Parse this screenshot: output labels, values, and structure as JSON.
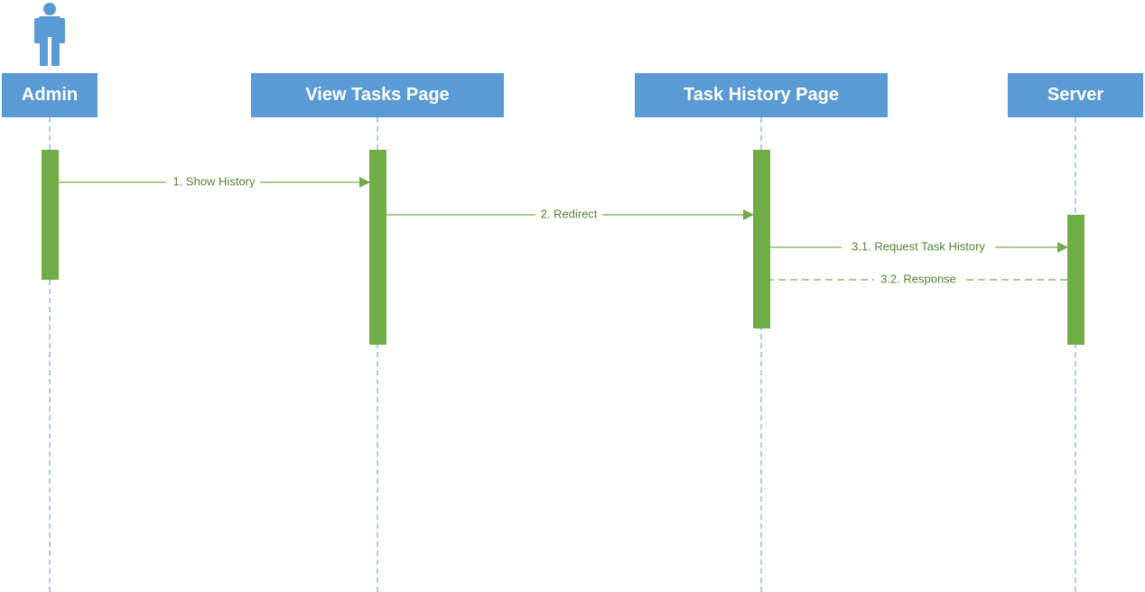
{
  "diagram": {
    "type": "sequence",
    "colors": {
      "header_fill": "#5b9bd5",
      "header_text": "#ffffff",
      "lifeline": "#5b9bd5",
      "activation": "#70ad47",
      "message": "#70ad47",
      "message_text": "#548235"
    },
    "actor_icon": "person-icon",
    "participants": [
      {
        "id": "admin",
        "label": "Admin",
        "is_actor": true
      },
      {
        "id": "view-tasks-page",
        "label": "View Tasks Page"
      },
      {
        "id": "task-history-page",
        "label": "Task History Page"
      },
      {
        "id": "server",
        "label": "Server"
      }
    ],
    "messages": [
      {
        "from": "admin",
        "to": "view-tasks-page",
        "label": "1. Show History",
        "style": "sync"
      },
      {
        "from": "view-tasks-page",
        "to": "task-history-page",
        "label": "2. Redirect",
        "style": "sync"
      },
      {
        "from": "task-history-page",
        "to": "server",
        "label": "3.1. Request Task History",
        "style": "sync"
      },
      {
        "from": "server",
        "to": "task-history-page",
        "label": "3.2. Response",
        "style": "return"
      }
    ]
  }
}
